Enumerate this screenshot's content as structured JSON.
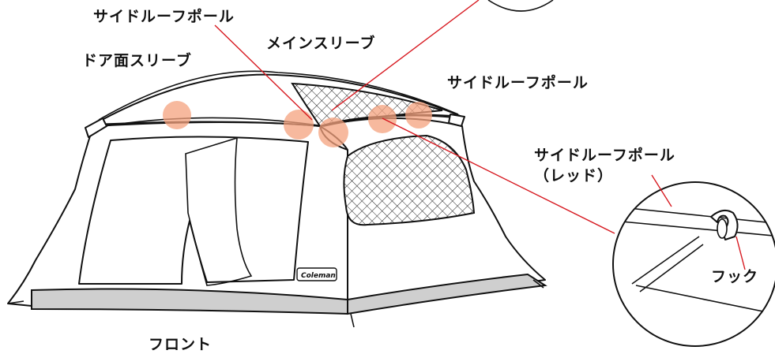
{
  "labels": {
    "side_roof_pole_top": "サイドルーフポール",
    "main_sleeve": "メインスリーブ",
    "door_sleeve": "ドア面スリーブ",
    "side_roof_pole_right": "サイドルーフポール",
    "side_roof_pole_red_line1": "サイドルーフポール",
    "side_roof_pole_red_line2": "（レッド）",
    "hook": "フック",
    "front": "フロント"
  },
  "logo": "Coleman",
  "colors": {
    "callout_line": "#d71920",
    "highlight": "#f4a27e",
    "skirt": "#cfcfcf",
    "outline": "#111111"
  }
}
